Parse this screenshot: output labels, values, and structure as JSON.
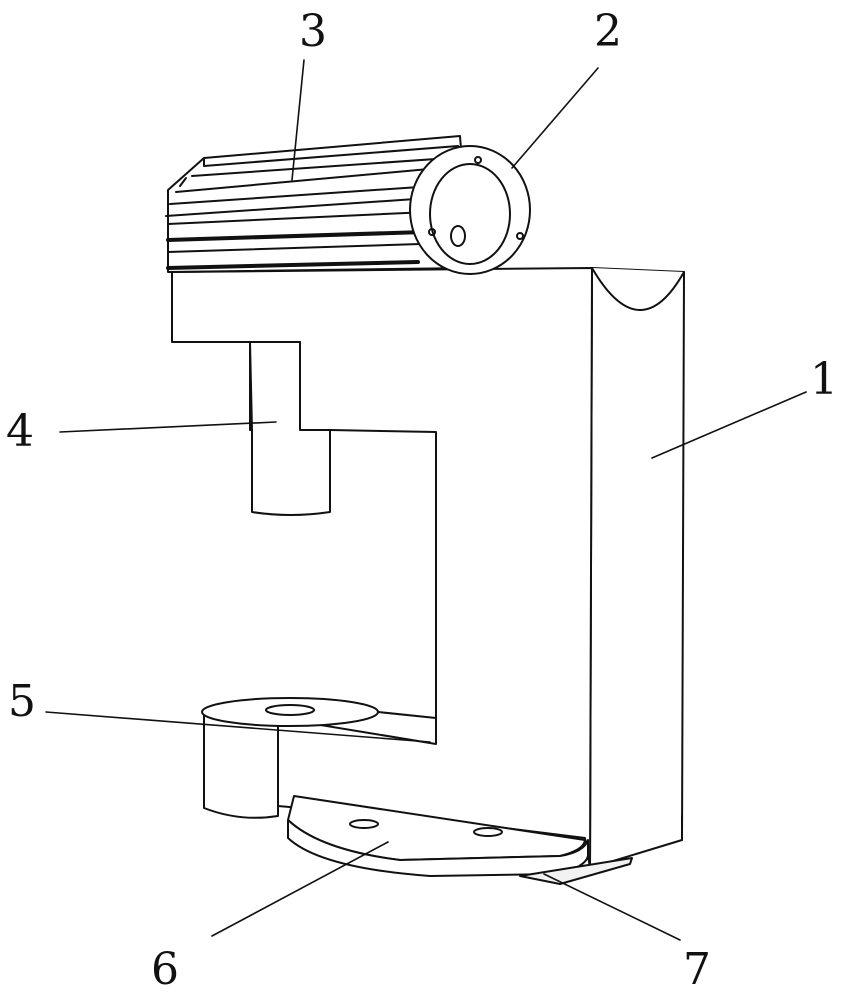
{
  "colors": {
    "stroke": "#111111",
    "fill": "#ffffff",
    "shade": "#f2f2f2"
  },
  "callouts": [
    {
      "id": "1",
      "label": "1",
      "part": "frame-body"
    },
    {
      "id": "2",
      "label": "2",
      "part": "motor-end-flange"
    },
    {
      "id": "3",
      "label": "3",
      "part": "finned-motor"
    },
    {
      "id": "4",
      "label": "4",
      "part": "press-ram"
    },
    {
      "id": "5",
      "label": "5",
      "part": "lower-die-seat"
    },
    {
      "id": "6",
      "label": "6",
      "part": "base-plate"
    },
    {
      "id": "7",
      "label": "7",
      "part": "foot-plate"
    }
  ]
}
